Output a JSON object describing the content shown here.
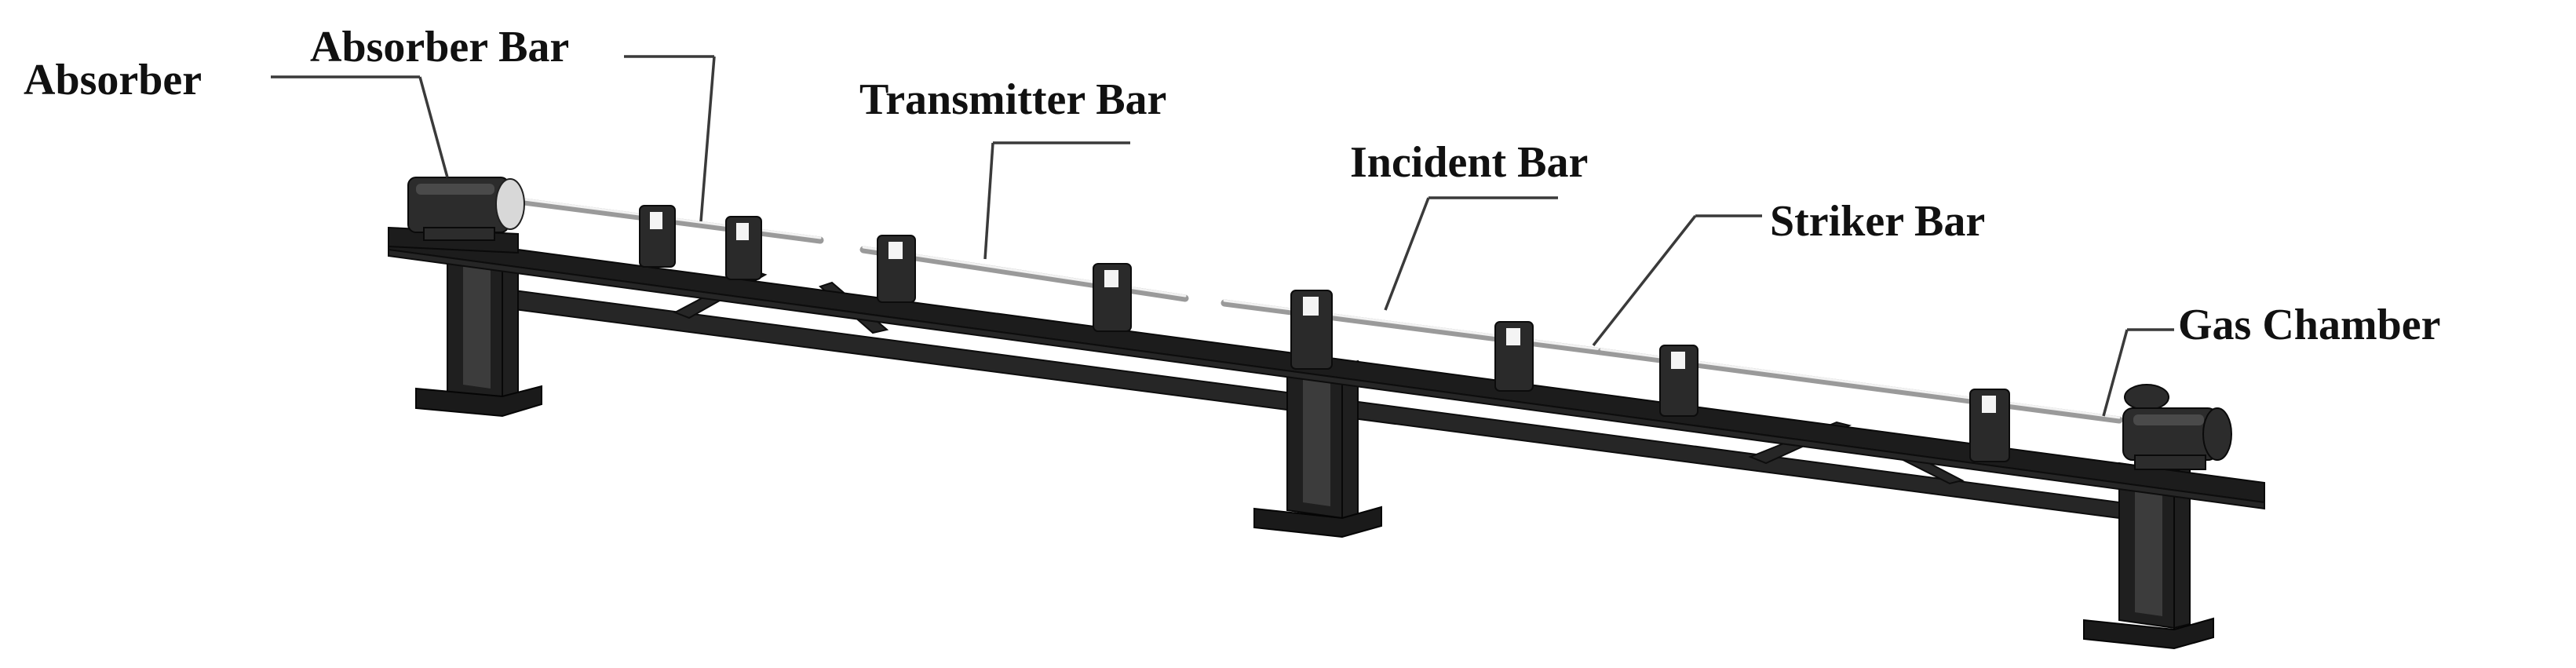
{
  "diagram": {
    "labels": {
      "absorber": "Absorber",
      "absorber_bar": "Absorber Bar",
      "transmitter_bar": "Transmitter Bar",
      "incident_bar": "Incident Bar",
      "striker_bar": "Striker Bar",
      "gas_chamber": "Gas Chamber"
    },
    "colors": {
      "frame": "#1c1c1c",
      "rod": "#9a9a9a",
      "text": "#111111",
      "background": "#ffffff"
    }
  }
}
